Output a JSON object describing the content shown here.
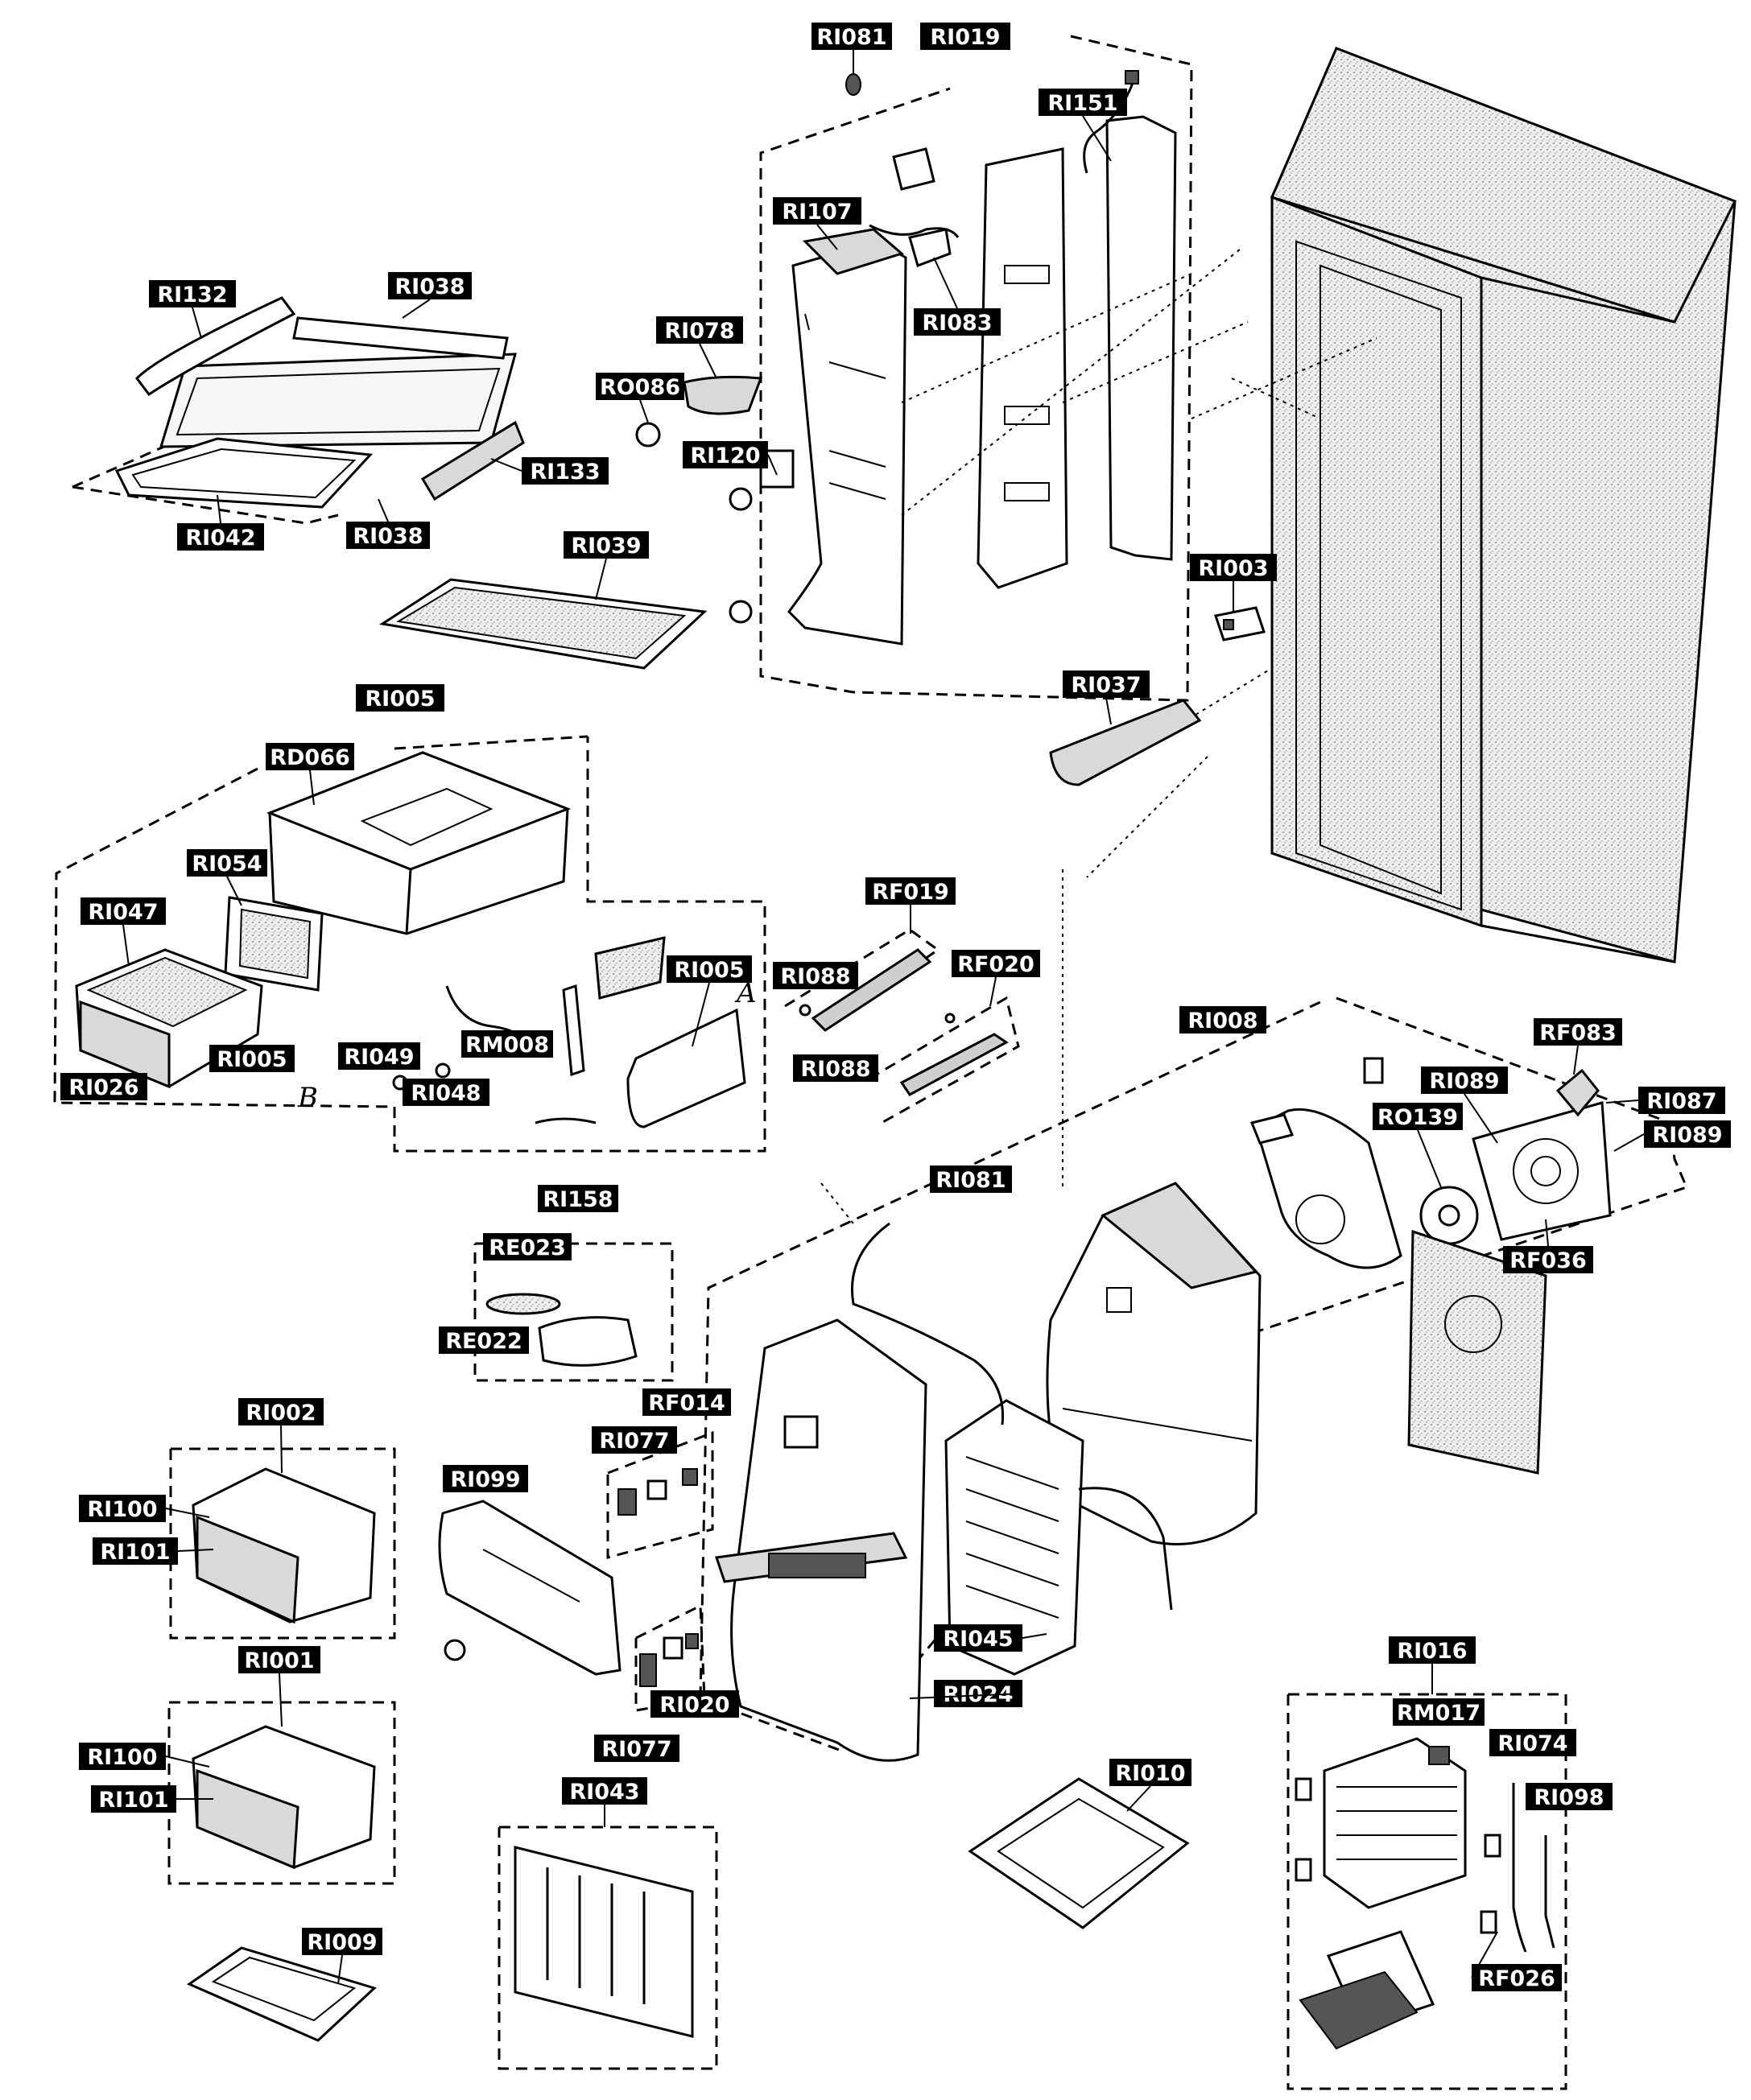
{
  "labels": [
    {
      "id": "RI081_top",
      "text": "RI081"
    },
    {
      "id": "RI019",
      "text": "RI019"
    },
    {
      "id": "RI151",
      "text": "RI151"
    },
    {
      "id": "RI107",
      "text": "RI107"
    },
    {
      "id": "RI132",
      "text": "RI132"
    },
    {
      "id": "RI038_a",
      "text": "RI038"
    },
    {
      "id": "RI078",
      "text": "RI078"
    },
    {
      "id": "RI083",
      "text": "RI083"
    },
    {
      "id": "RO086",
      "text": "RO086"
    },
    {
      "id": "RI133",
      "text": "RI133"
    },
    {
      "id": "RI120",
      "text": "RI120"
    },
    {
      "id": "RI042",
      "text": "RI042"
    },
    {
      "id": "RI038_b",
      "text": "RI038"
    },
    {
      "id": "RI039",
      "text": "RI039"
    },
    {
      "id": "RI003",
      "text": "RI003"
    },
    {
      "id": "RI037",
      "text": "RI037"
    },
    {
      "id": "RI005_top",
      "text": "RI005"
    },
    {
      "id": "RD066",
      "text": "RD066"
    },
    {
      "id": "RI054",
      "text": "RI054"
    },
    {
      "id": "RI047",
      "text": "RI047"
    },
    {
      "id": "RF019",
      "text": "RF019"
    },
    {
      "id": "RI005_mid",
      "text": "RI005"
    },
    {
      "id": "RF020",
      "text": "RF020"
    },
    {
      "id": "RI088_a",
      "text": "RI088"
    },
    {
      "id": "RI008",
      "text": "RI008"
    },
    {
      "id": "RM008",
      "text": "RM008"
    },
    {
      "id": "RI049",
      "text": "RI049"
    },
    {
      "id": "RI005_low",
      "text": "RI005"
    },
    {
      "id": "RI026",
      "text": "RI026"
    },
    {
      "id": "RI088_b",
      "text": "RI088"
    },
    {
      "id": "RF083",
      "text": "RF083"
    },
    {
      "id": "RI089_a",
      "text": "RI089"
    },
    {
      "id": "RI087",
      "text": "RI087"
    },
    {
      "id": "RI048",
      "text": "RI048"
    },
    {
      "id": "RO139",
      "text": "RO139"
    },
    {
      "id": "RI089_b",
      "text": "RI089"
    },
    {
      "id": "RI081_mid",
      "text": "RI081"
    },
    {
      "id": "RI158",
      "text": "RI158"
    },
    {
      "id": "RF036",
      "text": "RF036"
    },
    {
      "id": "RE023",
      "text": "RE023"
    },
    {
      "id": "RE022",
      "text": "RE022"
    },
    {
      "id": "RI002",
      "text": "RI002"
    },
    {
      "id": "RF014",
      "text": "RF014"
    },
    {
      "id": "RI077_a",
      "text": "RI077"
    },
    {
      "id": "RI099",
      "text": "RI099"
    },
    {
      "id": "RI100_a",
      "text": "RI100"
    },
    {
      "id": "RI101_a",
      "text": "RI101"
    },
    {
      "id": "RI045",
      "text": "RI045"
    },
    {
      "id": "RI001",
      "text": "RI001"
    },
    {
      "id": "RI016",
      "text": "RI016"
    },
    {
      "id": "RI024",
      "text": "RI024"
    },
    {
      "id": "RM017",
      "text": "RM017"
    },
    {
      "id": "RI020",
      "text": "RI020"
    },
    {
      "id": "RI074",
      "text": "RI074"
    },
    {
      "id": "RI077_b",
      "text": "RI077"
    },
    {
      "id": "RI100_b",
      "text": "RI100"
    },
    {
      "id": "RI098",
      "text": "RI098"
    },
    {
      "id": "RI101_b",
      "text": "RI101"
    },
    {
      "id": "RI043",
      "text": "RI043"
    },
    {
      "id": "RI010",
      "text": "RI010"
    },
    {
      "id": "RI009",
      "text": "RI009"
    },
    {
      "id": "RF026",
      "text": "RF026"
    }
  ],
  "annotations": [
    {
      "id": "ann_A",
      "text": "A"
    },
    {
      "id": "ann_B",
      "text": "B"
    }
  ]
}
